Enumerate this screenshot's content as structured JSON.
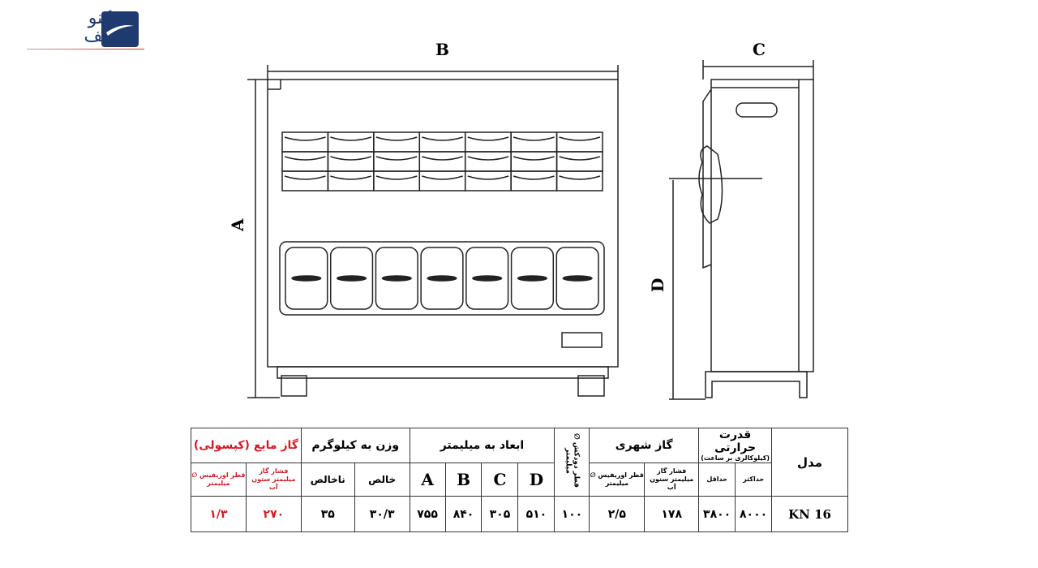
{
  "logo": {
    "text_line1": "تکنو",
    "text_line2": "لایف"
  },
  "diagram": {
    "labels": {
      "a": "A",
      "b": "B",
      "c": "C",
      "d": "D"
    }
  },
  "table": {
    "header": {
      "lpg": "گاز مایع (کپسولی)",
      "weight": "وزن به کیلوگرم",
      "dims": "ابعاد به میلیمتر",
      "flue": "قطر دودکش ∅ میلیمتر",
      "natural_gas": "گاز شهری",
      "heat": "قدرت حرارتی",
      "heat_unit": "(کیلوکالری بر ساعت)",
      "model": "مدل"
    },
    "subheader": {
      "lpg_orifice": "قطر اوریفیس ∅ میلیمتر",
      "lpg_pressure": "فشار گاز میلیمتر ستون آب",
      "gross": "ناخالص",
      "net": "خالص",
      "a": "A",
      "b": "B",
      "c": "C",
      "d": "D",
      "ng_orifice": "قطر اوریفیس ∅ میلیمتر",
      "ng_pressure": "فشار گاز میلیمتر ستون آب",
      "min": "حداقل",
      "max": "حداکثر"
    },
    "row": {
      "lpg_orifice": "۱/۳",
      "lpg_pressure": "۲۷۰",
      "gross": "۳۵",
      "net": "۳۰/۳",
      "a": "۷۵۵",
      "b": "۸۴۰",
      "c": "۳۰۵",
      "d": "۵۱۰",
      "flue": "۱۰۰",
      "ng_orifice": "۲/۵",
      "ng_pressure": "۱۷۸",
      "min": "۳۸۰۰",
      "max": "۸۰۰۰",
      "model": "KN 16"
    }
  },
  "colors": {
    "accent_red": "#d11c24",
    "logo_blue": "#1f3a6e"
  }
}
